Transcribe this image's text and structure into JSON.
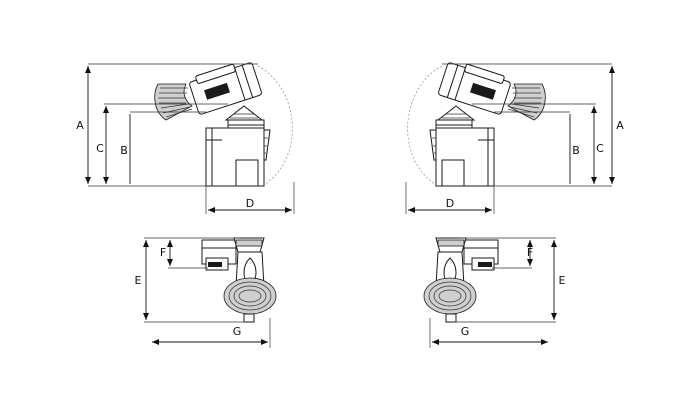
{
  "drawing": {
    "views": [
      {
        "id": "side-left",
        "labels": {
          "A": "A",
          "B": "B",
          "C": "C",
          "D": "D"
        }
      },
      {
        "id": "side-right",
        "labels": {
          "A": "A",
          "B": "B",
          "C": "C",
          "D": "D"
        }
      },
      {
        "id": "top-left",
        "labels": {
          "E": "E",
          "F": "F",
          "G": "G"
        }
      },
      {
        "id": "top-right",
        "labels": {
          "E": "E",
          "F": "F",
          "G": "G"
        }
      }
    ]
  }
}
